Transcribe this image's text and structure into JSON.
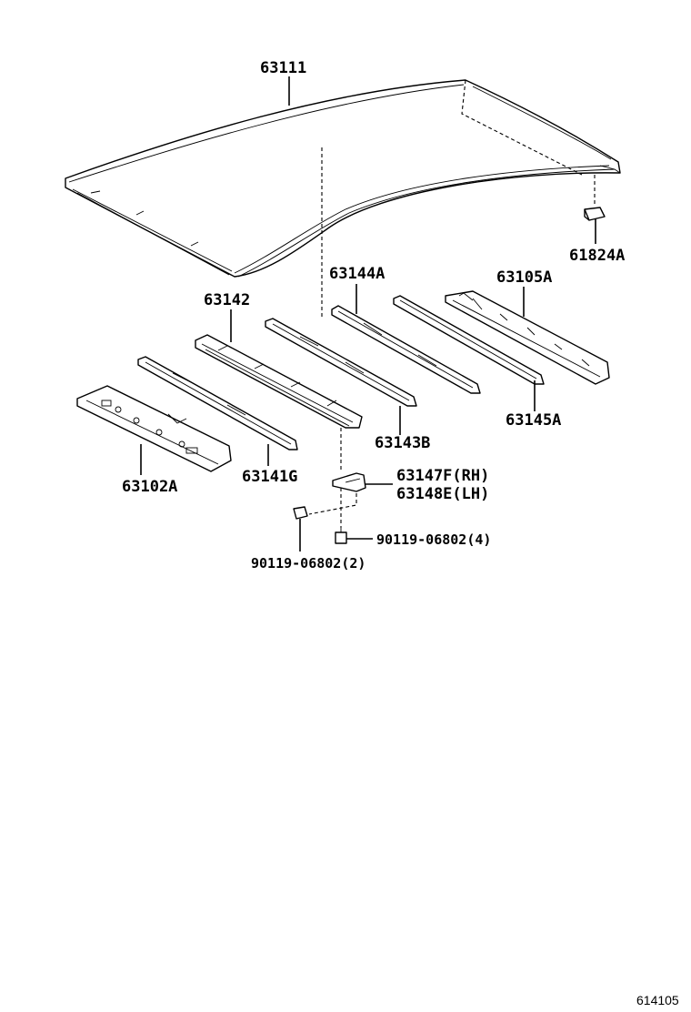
{
  "parts": {
    "roof_panel": "63111",
    "roof_clip": "61824A",
    "roof_bow_63144A": "63144A",
    "reinforcement_rear": "63105A",
    "reinforcement_63142": "63142",
    "roof_bow_63143B": "63143B",
    "roof_bow_63145A": "63145A",
    "reinforcement_front": "63102A",
    "roof_bow_63141G": "63141G",
    "bracket_rh": "63147F(RH)",
    "bracket_lh": "63148E(LH)",
    "bolt_4": "90119-06802(4)",
    "bolt_2": "90119-06802(2)"
  },
  "diagram_number": "614105"
}
